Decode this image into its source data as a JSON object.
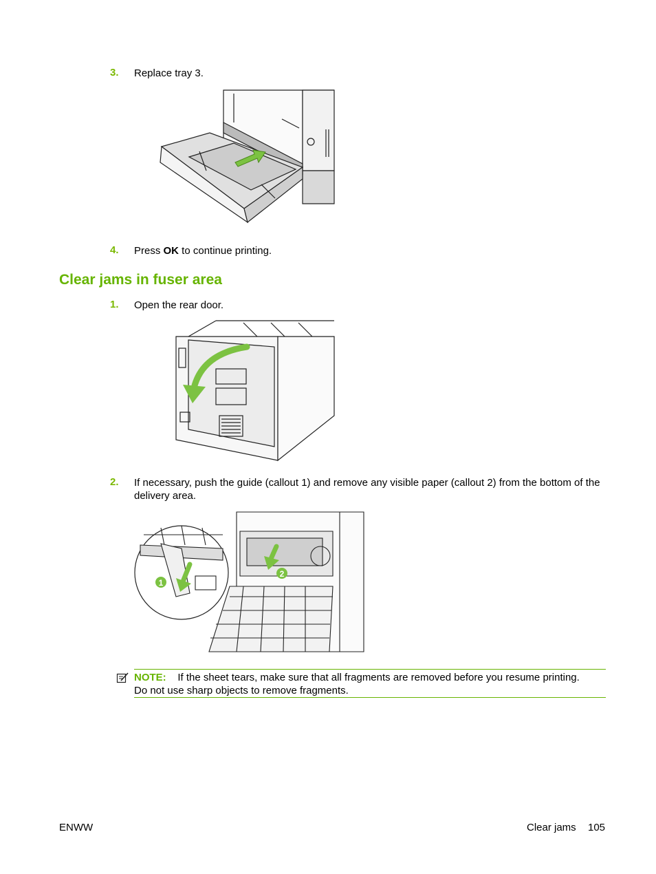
{
  "steps": {
    "s3": {
      "number": "3.",
      "text": "Replace tray 3."
    },
    "s4": {
      "number": "4.",
      "pre": "Press ",
      "bold": "OK",
      "post": " to continue printing."
    },
    "f1": {
      "number": "1.",
      "text": "Open the rear door."
    },
    "f2": {
      "number": "2.",
      "text": "If necessary, push the guide (callout 1) and remove any visible paper (callout 2) from the bottom of the delivery area."
    }
  },
  "section_heading": "Clear jams in fuser area",
  "illustrations": {
    "tray": {
      "icon": "replace-tray-illustration"
    },
    "rear_door": {
      "icon": "open-rear-door-illustration"
    },
    "fuser": {
      "icon": "fuser-area-illustration",
      "callout_1": "1",
      "callout_2": "2"
    }
  },
  "note": {
    "icon": "note-pencil-icon",
    "label": "NOTE:",
    "line1": "If the sheet tears, make sure that all fragments are removed before you resume printing.",
    "line2": "Do not use sharp objects to remove fragments."
  },
  "footer": {
    "left": "ENWW",
    "right_section": "Clear jams",
    "page_number": "105"
  },
  "colors": {
    "accent_green": "#66b400",
    "arrow_green": "#7cc242"
  }
}
